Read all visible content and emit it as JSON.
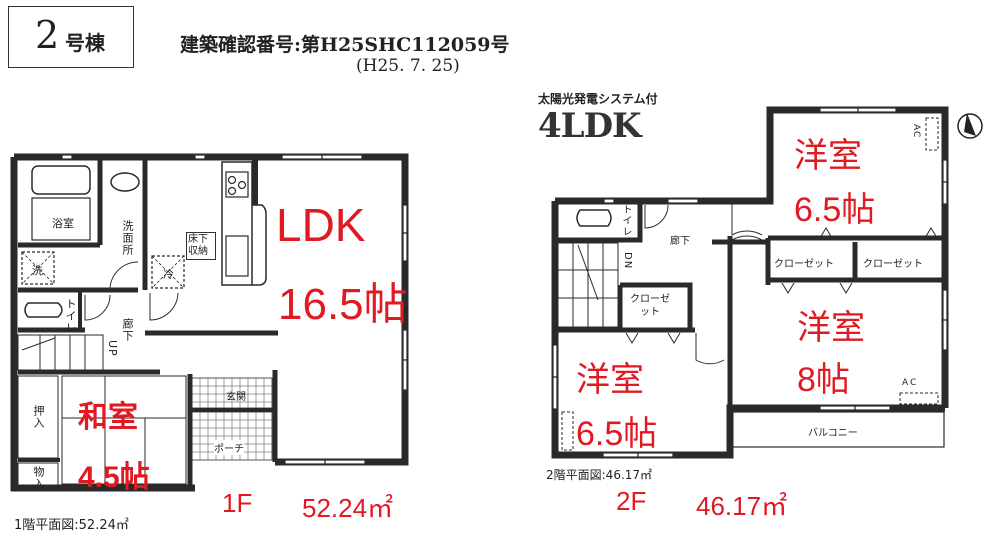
{
  "header": {
    "building_number": "2",
    "building_suffix": "号棟",
    "permit_label": "建築確認番号:第H25SHC112059号",
    "permit_date": "(H25. 7. 25)",
    "feature": "太陽光発電システム付",
    "layout_type": "4LDK"
  },
  "floor1": {
    "rooms": {
      "ldk_name": "LDK",
      "ldk_size": "16.5帖",
      "washitsu_name": "和室",
      "washitsu_size": "4.5帖",
      "bath": "浴室",
      "washroom": "洗面所",
      "laundry": "洗",
      "fridge": "冷",
      "underfloor_storage": "床下収納",
      "toilet": "トイレ",
      "hallway": "廊下",
      "stairs_up": "UP",
      "oshiire": "押入",
      "storage": "物入",
      "entrance": "玄関",
      "porch": "ポーチ"
    },
    "caption": "1階平面図:52.24㎡",
    "area_label": "1F",
    "area_value": "52.24㎡"
  },
  "floor2": {
    "rooms": {
      "room_a_name": "洋室",
      "room_a_size": "6.5帖",
      "room_b_name": "洋室",
      "room_b_size": "8帖",
      "room_c_name": "洋室",
      "room_c_size": "6.5帖",
      "toilet": "トイレ",
      "hallway": "廊下",
      "stairs_down": "DN",
      "closet_small": "クローゼット",
      "closet_1": "クローゼット",
      "closet_2": "クローゼット",
      "balcony": "バルコニー",
      "ac_a": "AC",
      "ac_b": "AC"
    },
    "caption": "2階平面図:46.17㎡",
    "area_label": "2F",
    "area_value": "46.17㎡"
  },
  "compass": {
    "north": "N",
    "icon": "north-arrow-icon"
  },
  "colors": {
    "accent_red": "#e01a22",
    "wall": "#2a2a2a"
  }
}
